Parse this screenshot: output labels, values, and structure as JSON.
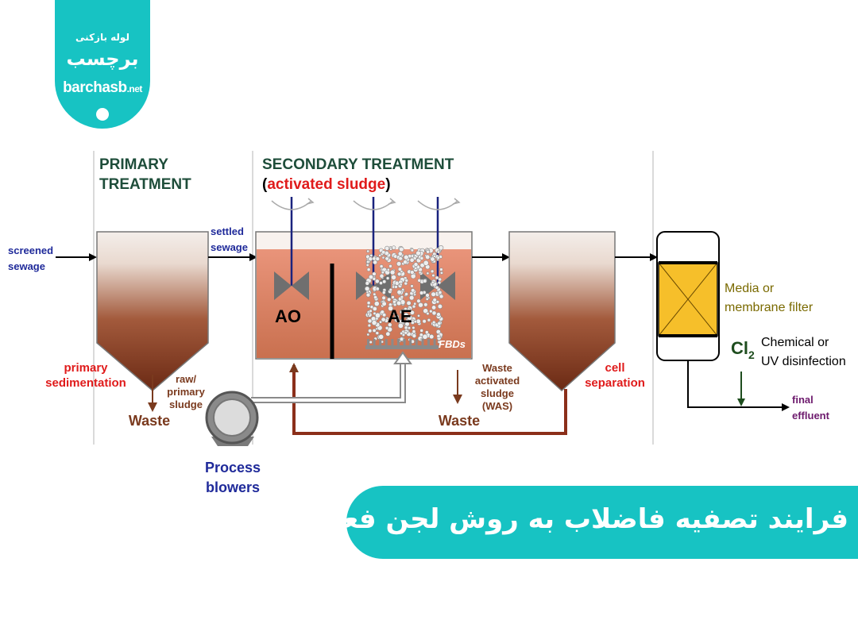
{
  "logo": {
    "line_small": "لوله بازکنی",
    "line_big": "برچسب",
    "brand": "barchasb",
    "brand_suffix": ".net"
  },
  "diagram": {
    "primary_heading_1": "PRIMARY",
    "primary_heading_2": "TREATMENT",
    "secondary_heading": "SECONDARY TREATMENT",
    "secondary_sub_open": "(",
    "secondary_sub_red": "activated sludge",
    "secondary_sub_close": ")",
    "screened_1": "screened",
    "screened_2": "sewage",
    "settled_1": "settled",
    "settled_2": "sewage",
    "ao": "AO",
    "ae": "AE",
    "fbds": "FBDs",
    "primary_sed_1": "primary",
    "primary_sed_2": "sedimentation",
    "raw_1": "raw/",
    "raw_2": "primary",
    "raw_3": "sludge",
    "waste_left": "Waste",
    "was_1": "Waste",
    "was_2": "activated",
    "was_3": "sludge",
    "was_4": "(WAS)",
    "waste_mid": "Waste",
    "cell_1": "cell",
    "cell_2": "separation",
    "media_1": "Media or",
    "media_2": "membrane filter",
    "cl": "Cl",
    "cl_sub": "2",
    "chem_1": "Chemical or",
    "chem_2": "UV disinfection",
    "final_1": "final",
    "final_2": "effluent",
    "blowers_1": "Process",
    "blowers_2": "blowers"
  },
  "caption": "فرایند تصفیه فاضلاب به روش لجن فعال",
  "colors": {
    "teal": "#17c3c3",
    "heading": "#1e4d3a",
    "blue_label": "#1f2a9a",
    "red_label": "#e01b1b",
    "brown": "#7a3a1e",
    "sludge_pipe": "#8b2f1a",
    "purple": "#6d1a6d",
    "filter_yellow": "#f6bf2a"
  }
}
